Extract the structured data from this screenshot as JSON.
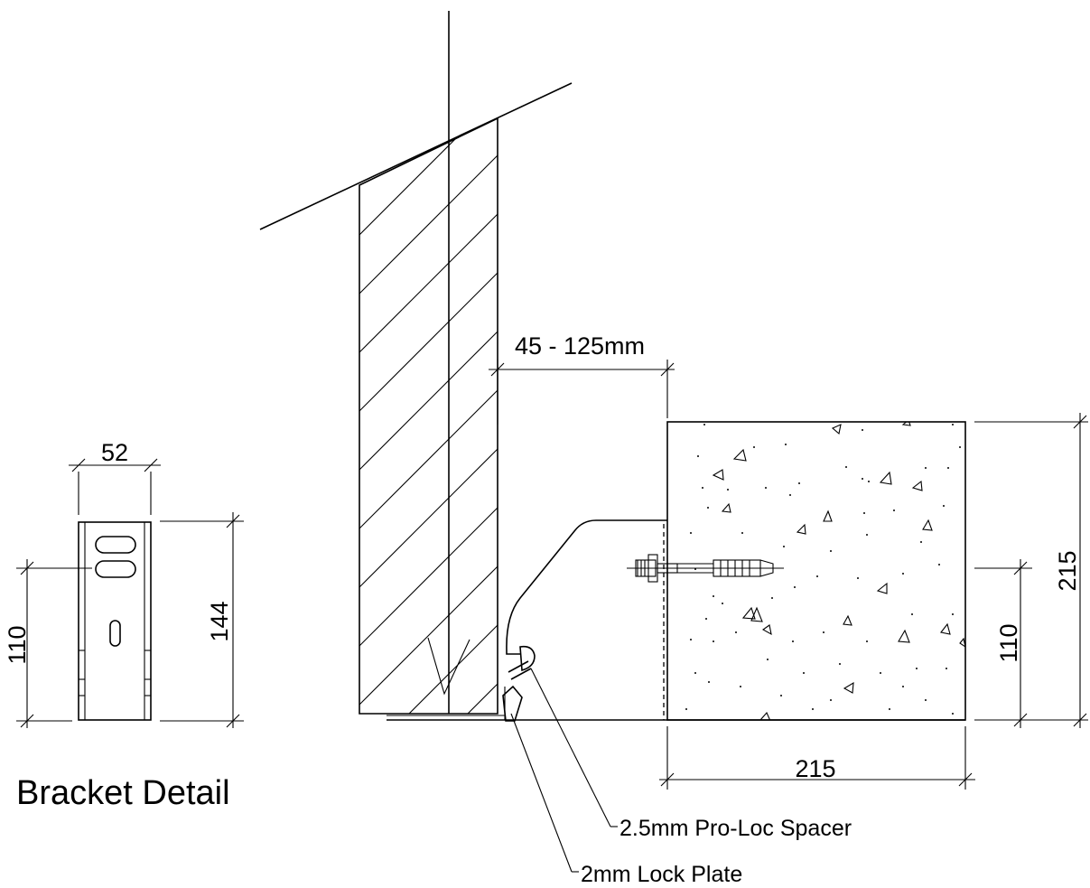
{
  "diagram": {
    "title": "Bracket Detail",
    "dimensions": {
      "bracket_width": "52",
      "bracket_height": "144",
      "bracket_slot_height": "110",
      "cavity": "45 - 125mm",
      "block_width": "215",
      "block_height": "215",
      "fixing_height": "110"
    },
    "callouts": {
      "spacer": "2.5mm Pro-Loc Spacer",
      "lock_plate": "2mm Lock Plate"
    }
  }
}
